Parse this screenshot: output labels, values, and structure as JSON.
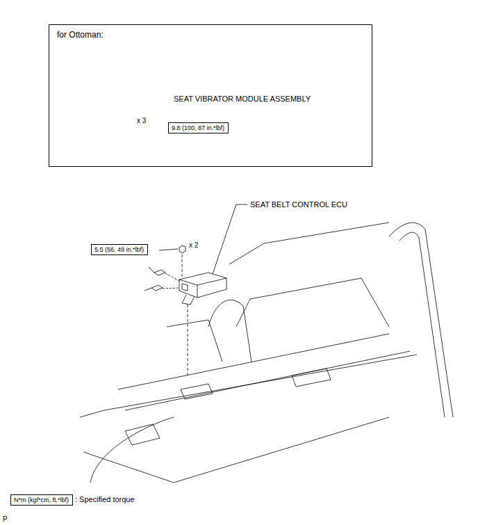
{
  "diagram": {
    "nodes": [
      {
        "text": [
          "for Ottoman:"
        ]
      },
      {
        "text": [
          "9.8 (100, 87 in.*lbf)"
        ],
        "in": 0
      },
      {
        "text": [
          "5.5 (56, 49 in.*lbf)"
        ]
      },
      {
        "text": [
          "N*m (kgf*cm, ft.*lbf)"
        ]
      }
    ],
    "labels": [
      "SEAT VIBRATOR MODULE ASSEMBLY",
      "x 3",
      "SEAT BELT CONTROL ECU",
      "x 2",
      "P"
    ],
    "legend": [
      {
        "text": ": Specified torque"
      }
    ]
  }
}
